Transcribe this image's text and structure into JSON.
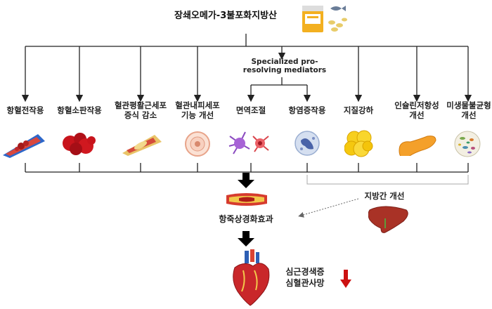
{
  "title": "장쇄오메가-3불포화지방산",
  "spm_label": "Specialized pro-resolving mediators",
  "effects": [
    {
      "label": "항혈전작용",
      "icon": "blood-vessel-clot-icon"
    },
    {
      "label": "항혈소판작용",
      "icon": "platelet-icon"
    },
    {
      "label": "혈관평활근세포\n증식 감소",
      "icon": "smooth-muscle-cell-icon"
    },
    {
      "label": "혈관내피세포\n기능 개선",
      "icon": "endothelial-cell-icon"
    },
    {
      "label": "면역조절",
      "icon": "immune-cells-icon"
    },
    {
      "label": "항염증작용",
      "icon": "white-blood-cell-icon"
    },
    {
      "label": "지질강하",
      "icon": "fat-cells-icon"
    },
    {
      "label": "인슐린저항성\n개선",
      "icon": "pancreas-icon"
    },
    {
      "label": "미생물불균형\n개선",
      "icon": "gut-microbiome-icon"
    }
  ],
  "liver_label": "지방간 개선",
  "result_label": "항죽상경화효과",
  "outcome_label_1": "심근경색증",
  "outcome_label_2": "심혈관사망",
  "colors": {
    "arrow": "#000000",
    "down_arrow": "#cc1111",
    "line": "#222222",
    "dotted": "#999999"
  }
}
